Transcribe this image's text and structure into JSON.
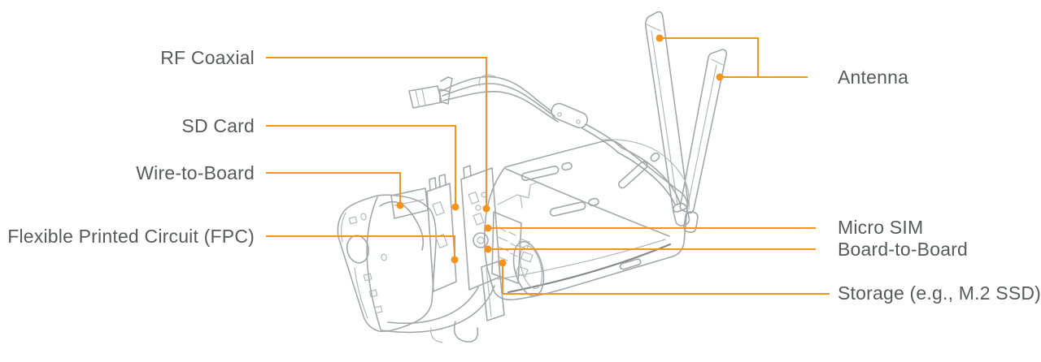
{
  "colors": {
    "accent_orange": "#F6921E",
    "artwork_gray": "#A4A7AA",
    "artwork_dark_gray": "#85888B",
    "label_text": "#58595B",
    "background": "#FFFFFF"
  },
  "callouts": {
    "left": [
      {
        "id": "rf-coaxial",
        "label": "RF Coaxial"
      },
      {
        "id": "sd-card",
        "label": "SD Card"
      },
      {
        "id": "wire-to-board",
        "label": "Wire-to-Board"
      },
      {
        "id": "fpc",
        "label": "Flexible Printed Circuit (FPC)"
      }
    ],
    "right": [
      {
        "id": "antenna",
        "label": "Antenna"
      },
      {
        "id": "micro-sim",
        "label": "Micro SIM"
      },
      {
        "id": "board-to-board",
        "label": "Board-to-Board"
      },
      {
        "id": "storage",
        "label": "Storage (e.g., M.2 SSD)"
      }
    ]
  }
}
